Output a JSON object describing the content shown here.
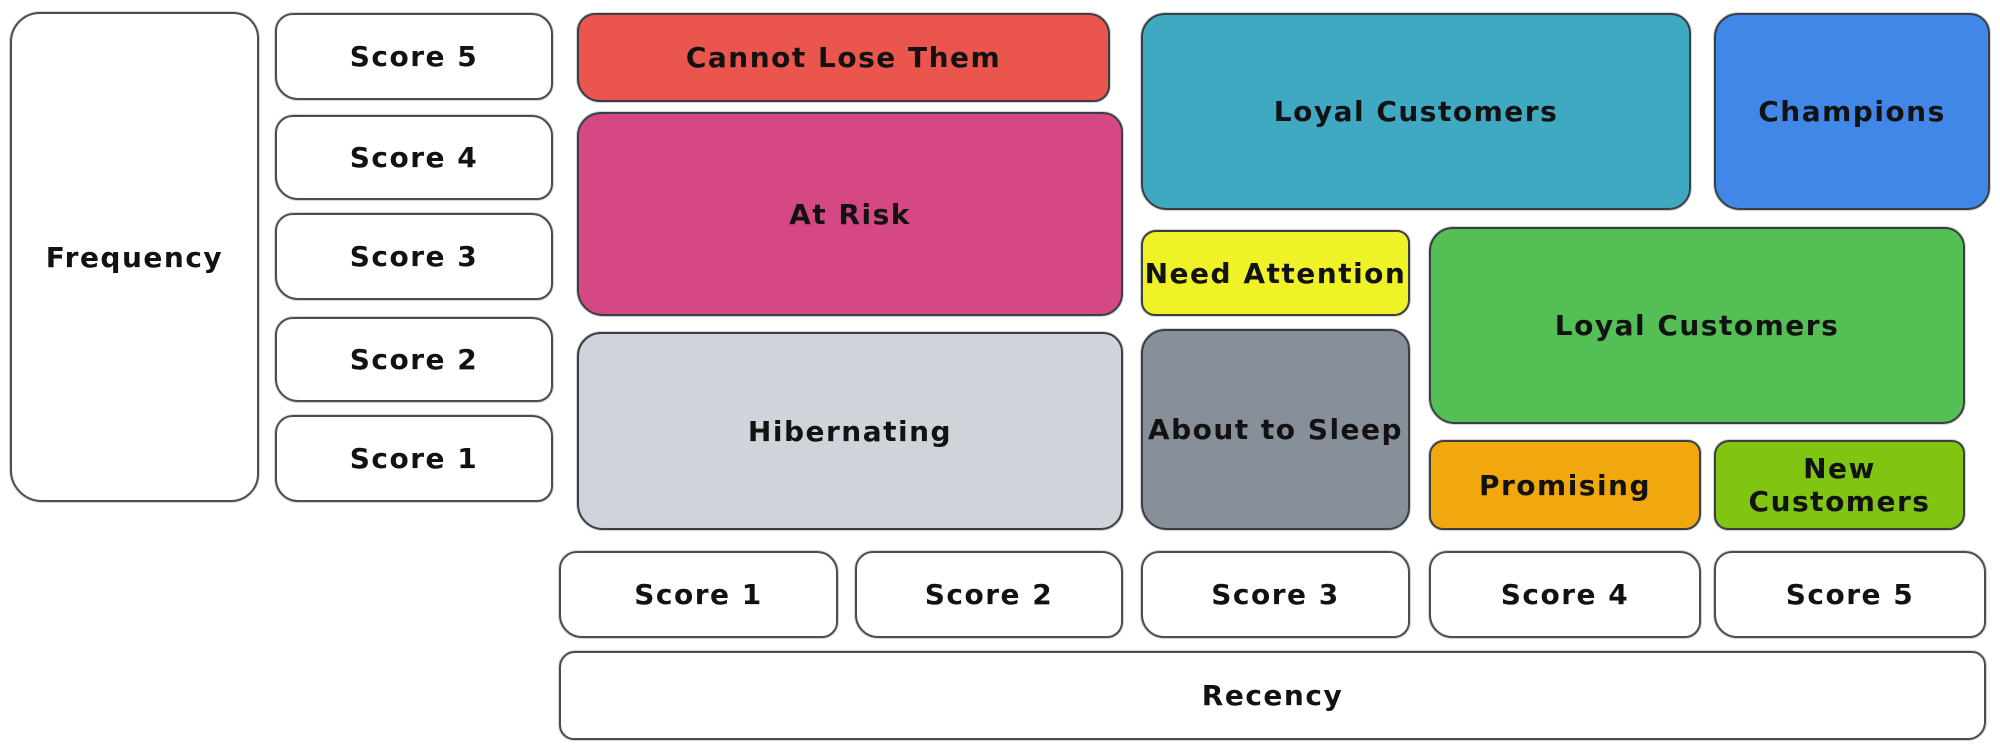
{
  "diagram": {
    "type": "rfm-segmentation-matrix",
    "stroke_color": "#3b3f45",
    "text_color": "#121212",
    "y_axis": {
      "label": "Frequency",
      "scores": [
        "Score 5",
        "Score 4",
        "Score 3",
        "Score 2",
        "Score 1"
      ]
    },
    "x_axis": {
      "label": "Recency",
      "scores": [
        "Score 1",
        "Score 2",
        "Score 3",
        "Score 4",
        "Score 5"
      ]
    },
    "segments": {
      "cannot_lose_them": {
        "label": "Cannot Lose Them",
        "color": "#ea554d"
      },
      "at_risk": {
        "label": "At Risk",
        "color": "#d64884"
      },
      "hibernating": {
        "label": "Hibernating",
        "color": "#cfd3da"
      },
      "loyal_customers_top": {
        "label": "Loyal Customers",
        "color": "#3fa9c2"
      },
      "champions": {
        "label": "Champions",
        "color": "#4187e8"
      },
      "need_attention": {
        "label": "Need Attention",
        "color": "#eef226"
      },
      "about_to_sleep": {
        "label": "About to Sleep",
        "color": "#878f98"
      },
      "loyal_customers_mid": {
        "label": "Loyal Customers",
        "color": "#54bf54"
      },
      "promising": {
        "label": "Promising",
        "color": "#f0a80e"
      },
      "new_customers": {
        "label": "New Customers",
        "color": "#7fc512"
      }
    }
  }
}
